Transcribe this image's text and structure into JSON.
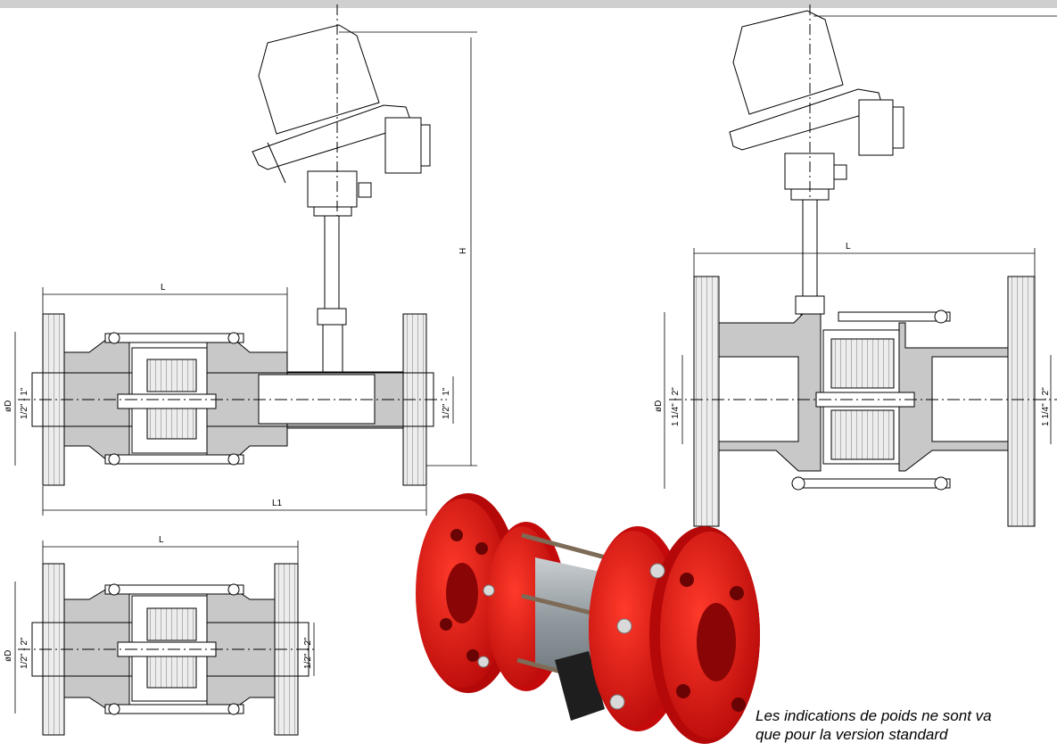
{
  "labels": {
    "top_left_L": "L",
    "top_left_L1": "L1",
    "top_left_H": "H",
    "top_left_dia": "øD",
    "top_left_left_size": "1/2\" - 1\"",
    "top_left_right_size": "1/2\" - 1\"",
    "bottom_left_L": "L",
    "bottom_left_dia": "øD",
    "bottom_left_left_size": "1/2\" - 2\"",
    "bottom_left_right_size": "1/2\" - 2\"",
    "right_L": "L",
    "right_dia": "øD",
    "right_left_size": "1 1/4\" - 2\"",
    "right_right_size": "1 1/4\" - 2\""
  },
  "note": {
    "line1": "Les indications de poids ne sont va",
    "line2": "que pour la version standard"
  },
  "colors": {
    "section_fill": "#c8c8c8",
    "line": "#000000",
    "flange_red": "#e01010",
    "body_grey": "#9aa3a8"
  }
}
